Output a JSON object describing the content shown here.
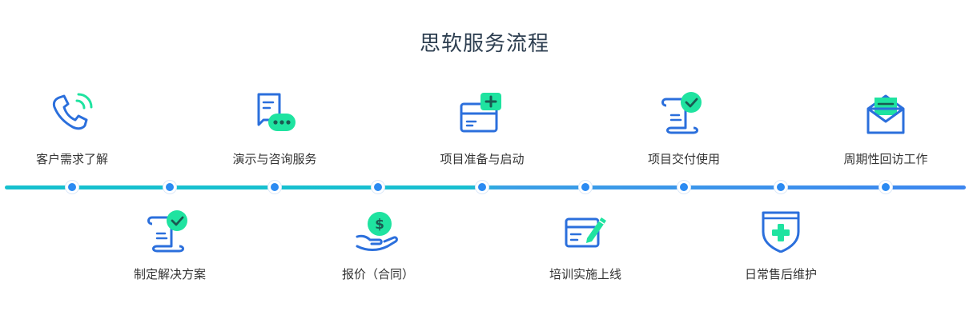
{
  "title": "思软服务流程",
  "steps": [
    {
      "label": "客户需求了解",
      "icon": "phone-icon",
      "position": "top"
    },
    {
      "label": "制定解决方案",
      "icon": "scroll-check-icon",
      "position": "bottom"
    },
    {
      "label": "演示与咨询服务",
      "icon": "chat-bubble-icon",
      "position": "top"
    },
    {
      "label": "报价（合同）",
      "icon": "hand-coin-icon",
      "position": "bottom"
    },
    {
      "label": "项目准备与启动",
      "icon": "card-plus-icon",
      "position": "top"
    },
    {
      "label": "培训实施上线",
      "icon": "form-pencil-icon",
      "position": "bottom"
    },
    {
      "label": "项目交付使用",
      "icon": "scroll-check-icon",
      "position": "top"
    },
    {
      "label": "日常售后维护",
      "icon": "shield-plus-icon",
      "position": "bottom"
    },
    {
      "label": "周期性回访工作",
      "icon": "envelope-icon",
      "position": "top"
    }
  ],
  "colors": {
    "icon_stroke": "#2b6fdc",
    "icon_accent": "#1fe3a0",
    "timeline_start": "#16c0ce",
    "timeline_end": "#3d86ef",
    "node": "#2a8af2",
    "title": "#2d3e50",
    "label": "#333333"
  }
}
